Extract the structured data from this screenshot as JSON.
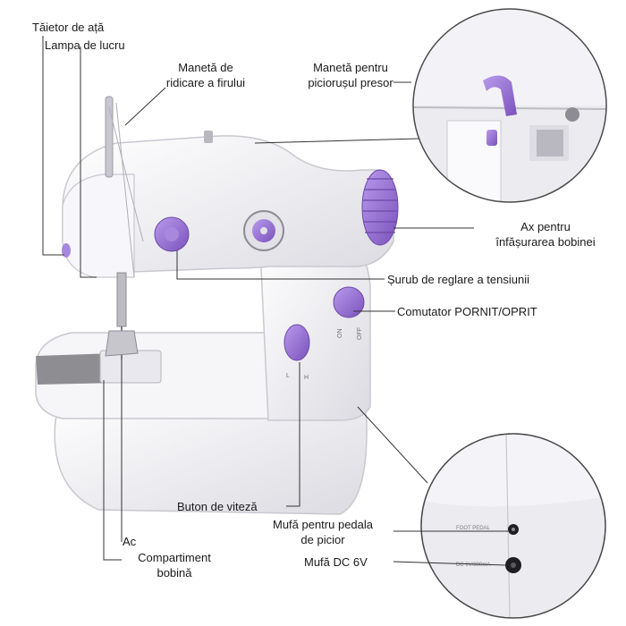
{
  "labels": {
    "thread_cutter": "Tăietor de ață",
    "work_lamp": "Lampa de lucru",
    "thread_lever_1": "Manetă de",
    "thread_lever_2": "ridicare a firului",
    "presser_lever_1": "Manetă pentru",
    "presser_lever_2": "piciorușul presor",
    "bobbin_axis_1": "Ax pentru",
    "bobbin_axis_2": "înfășurarea bobinei",
    "tension_screw": "Șurub de reglare a tensiunii",
    "power_switch": "Comutator PORNIT/OPRIT",
    "speed_button": "Buton de viteză",
    "pedal_socket_1": "Mufă pentru pedala",
    "pedal_socket_2": "de picior",
    "dc_socket": "Mufă DC 6V",
    "needle": "Ac",
    "bobbin_comp_1": "Compartiment",
    "bobbin_comp_2": "bobină"
  },
  "markings": {
    "on": "ON",
    "off": "OFF",
    "low": "L",
    "high": "H",
    "foot_pedal": "FOOT PEDAL",
    "dc_port": "DC 6V/800mA"
  },
  "colors": {
    "body": "#f1f0f4",
    "shade": "#d9d8de",
    "purple": "#9b73d6",
    "purple_dark": "#7b55b8",
    "grey_plate": "#8d8d92",
    "line": "#333333"
  }
}
